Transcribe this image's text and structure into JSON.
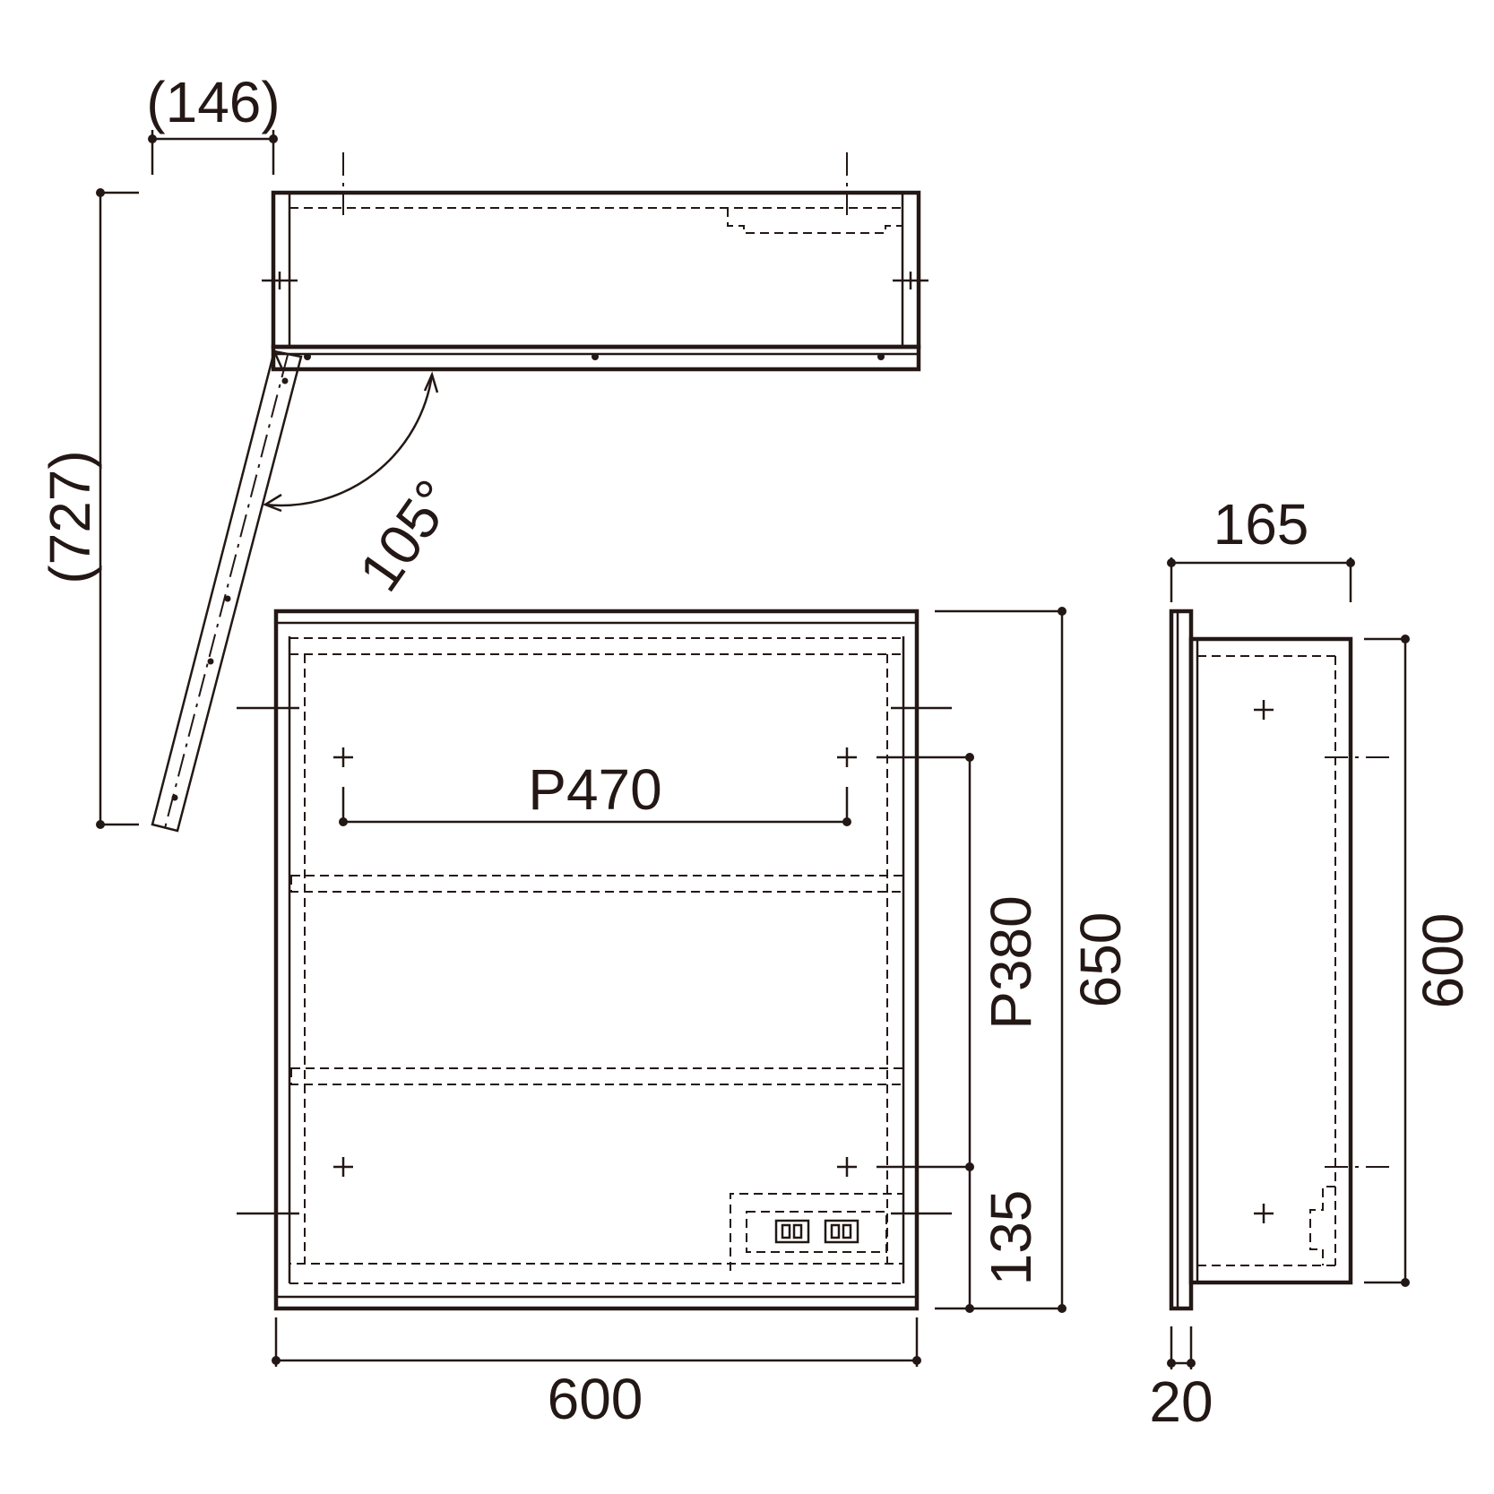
{
  "dimensions": {
    "top_depth": "(146)",
    "open_reach": "(727)",
    "open_angle": "105°",
    "pitch_horizontal": "P470",
    "pitch_vertical": "P380",
    "bottom_offset": "135",
    "front_height": "650",
    "front_width": "600",
    "side_depth": "165",
    "side_height": "600",
    "door_thickness": "20"
  },
  "colors": {
    "line": "#231815",
    "background": "#ffffff"
  }
}
